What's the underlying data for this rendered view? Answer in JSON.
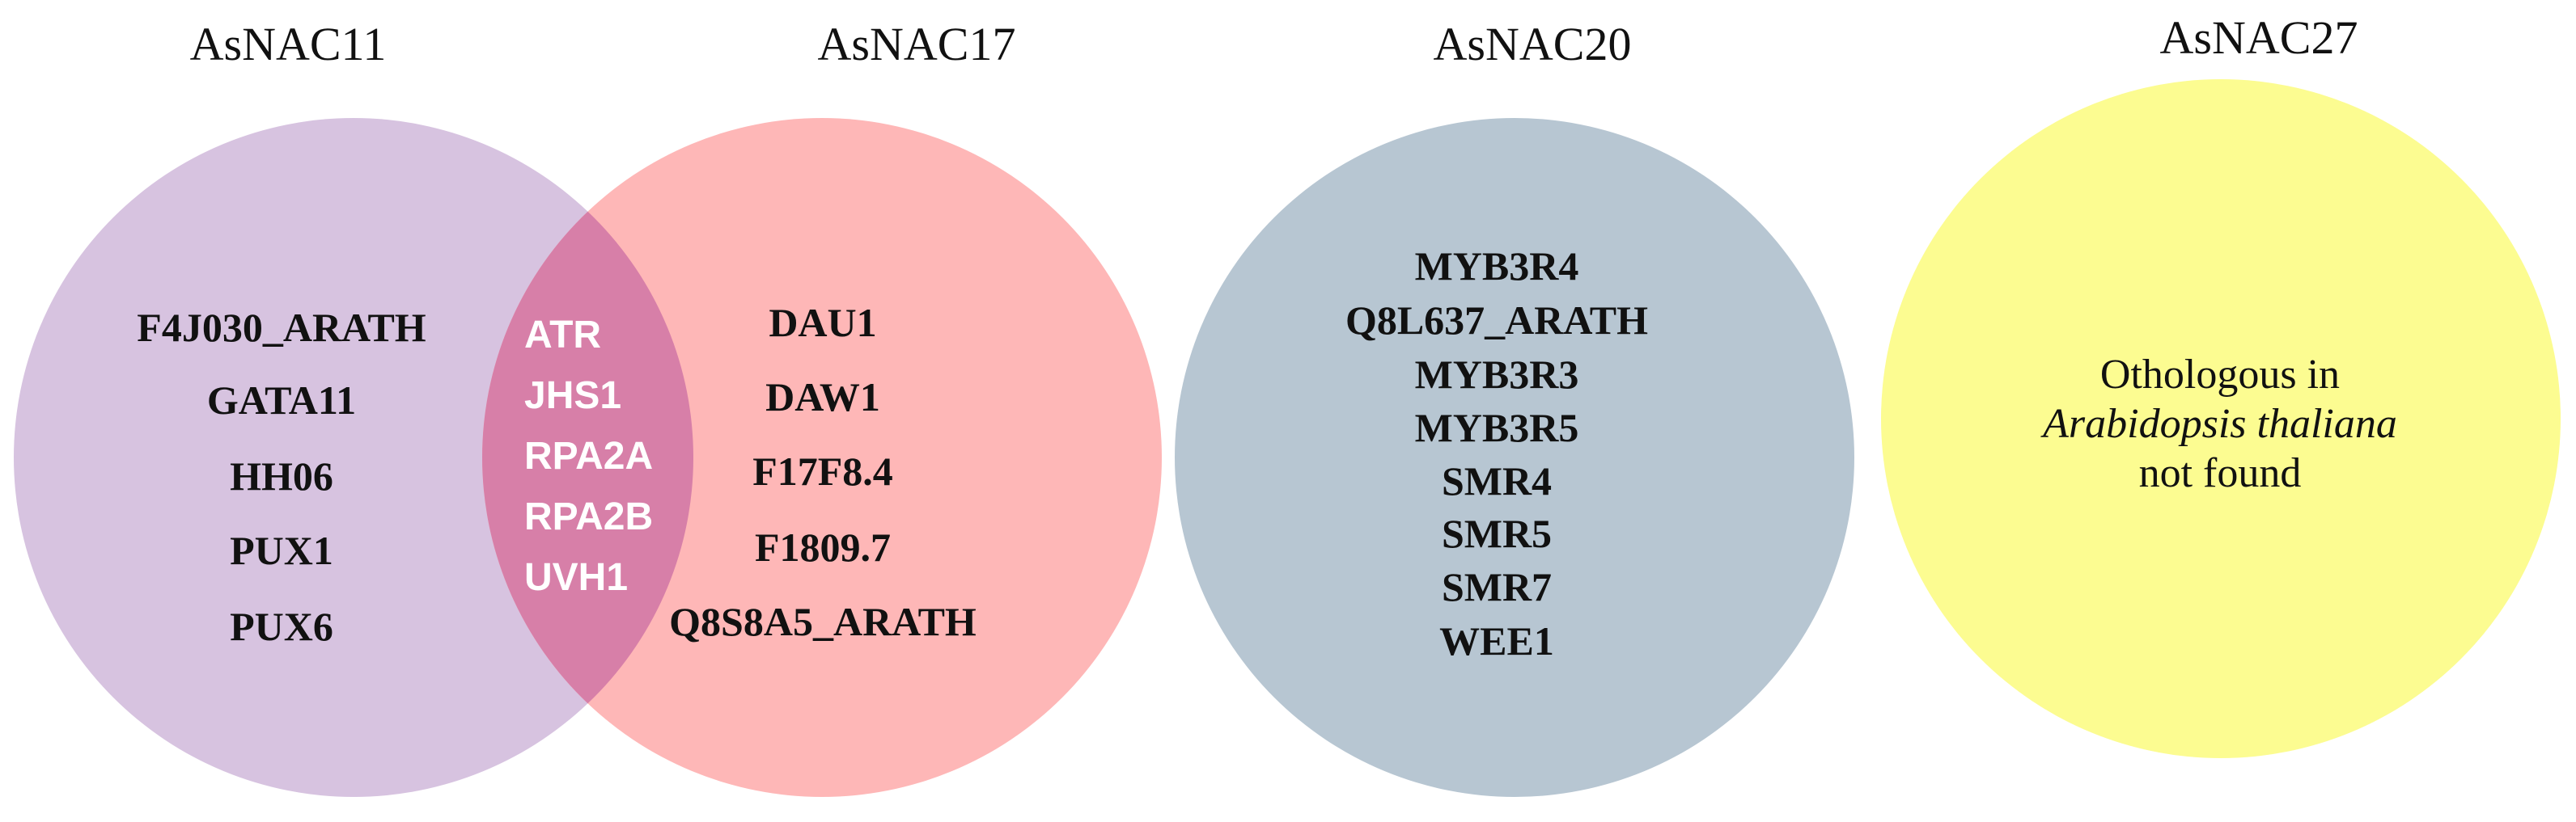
{
  "colors": {
    "asnac11": "#d7c3e0",
    "asnac17": "#feb7b7",
    "asnac11_17_overlap": "#d77fa8",
    "asnac20": "#b7c6d2",
    "asnac27": "#fcfc91",
    "text": "#111111",
    "overlap_text": "#ffffff"
  },
  "sets": {
    "asnac11": {
      "title": "AsNAC11",
      "genes": [
        "F4J030_ARATH",
        "GATA11",
        "HH06",
        "PUX1",
        "PUX6"
      ]
    },
    "asnac17": {
      "title": "AsNAC17",
      "genes": [
        "DAU1",
        "DAW1",
        "F17F8.4",
        "F1809.7",
        "Q8S8A5_ARATH"
      ]
    },
    "shared_11_17": {
      "genes": [
        "ATR",
        "JHS1",
        "RPA2A",
        "RPA2B",
        "UVH1"
      ]
    },
    "asnac20": {
      "title": "AsNAC20",
      "genes": [
        "MYB3R4",
        "Q8L637_ARATH",
        "MYB3R3",
        "MYB3R5",
        "SMR4",
        "SMR5",
        "SMR7",
        "WEE1"
      ]
    },
    "asnac27": {
      "title": "AsNAC27",
      "note_line1": "Othologous in",
      "note_line2": "Arabidopsis thaliana",
      "note_line3": "not found"
    }
  }
}
